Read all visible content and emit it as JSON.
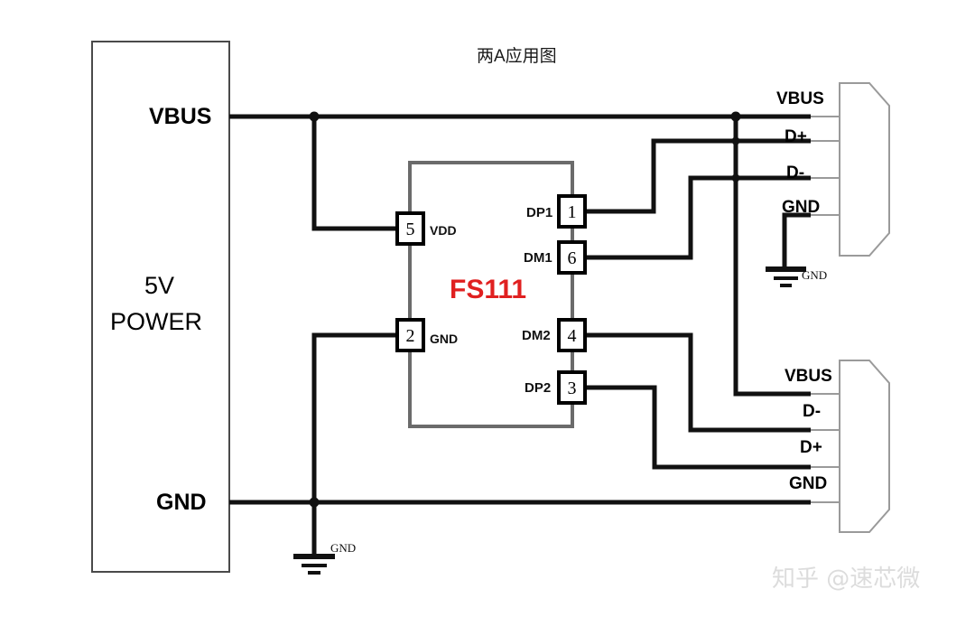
{
  "title": "两A应用图",
  "watermark": "知乎 @速芯微",
  "colors": {
    "wire": "#111111",
    "chip_outline": "#6b6b6b",
    "chip_label": "#e02020",
    "connector_outline": "#9a9a9a"
  },
  "power_block": {
    "name": "5V POWER",
    "line1": "5V",
    "line2": "POWER",
    "vbus_label": "VBUS",
    "gnd_label": "GND"
  },
  "chip": {
    "name": "FS111",
    "pins_left": [
      {
        "number": "5",
        "name": "VDD"
      },
      {
        "number": "2",
        "name": "GND"
      }
    ],
    "pins_right": [
      {
        "number": "1",
        "name": "DP1"
      },
      {
        "number": "6",
        "name": "DM1"
      },
      {
        "number": "4",
        "name": "DM2"
      },
      {
        "number": "3",
        "name": "DP2"
      }
    ]
  },
  "connectors": [
    {
      "id": "usb-port-top",
      "pins": [
        "VBUS",
        "D+",
        "D-",
        "GND"
      ]
    },
    {
      "id": "usb-port-bottom",
      "pins": [
        "VBUS",
        "D-",
        "D+",
        "GND"
      ]
    }
  ],
  "ground_symbols": [
    {
      "id": "gnd-power-rail",
      "label": "GND"
    },
    {
      "id": "gnd-usb-top",
      "label": "GND"
    }
  ]
}
